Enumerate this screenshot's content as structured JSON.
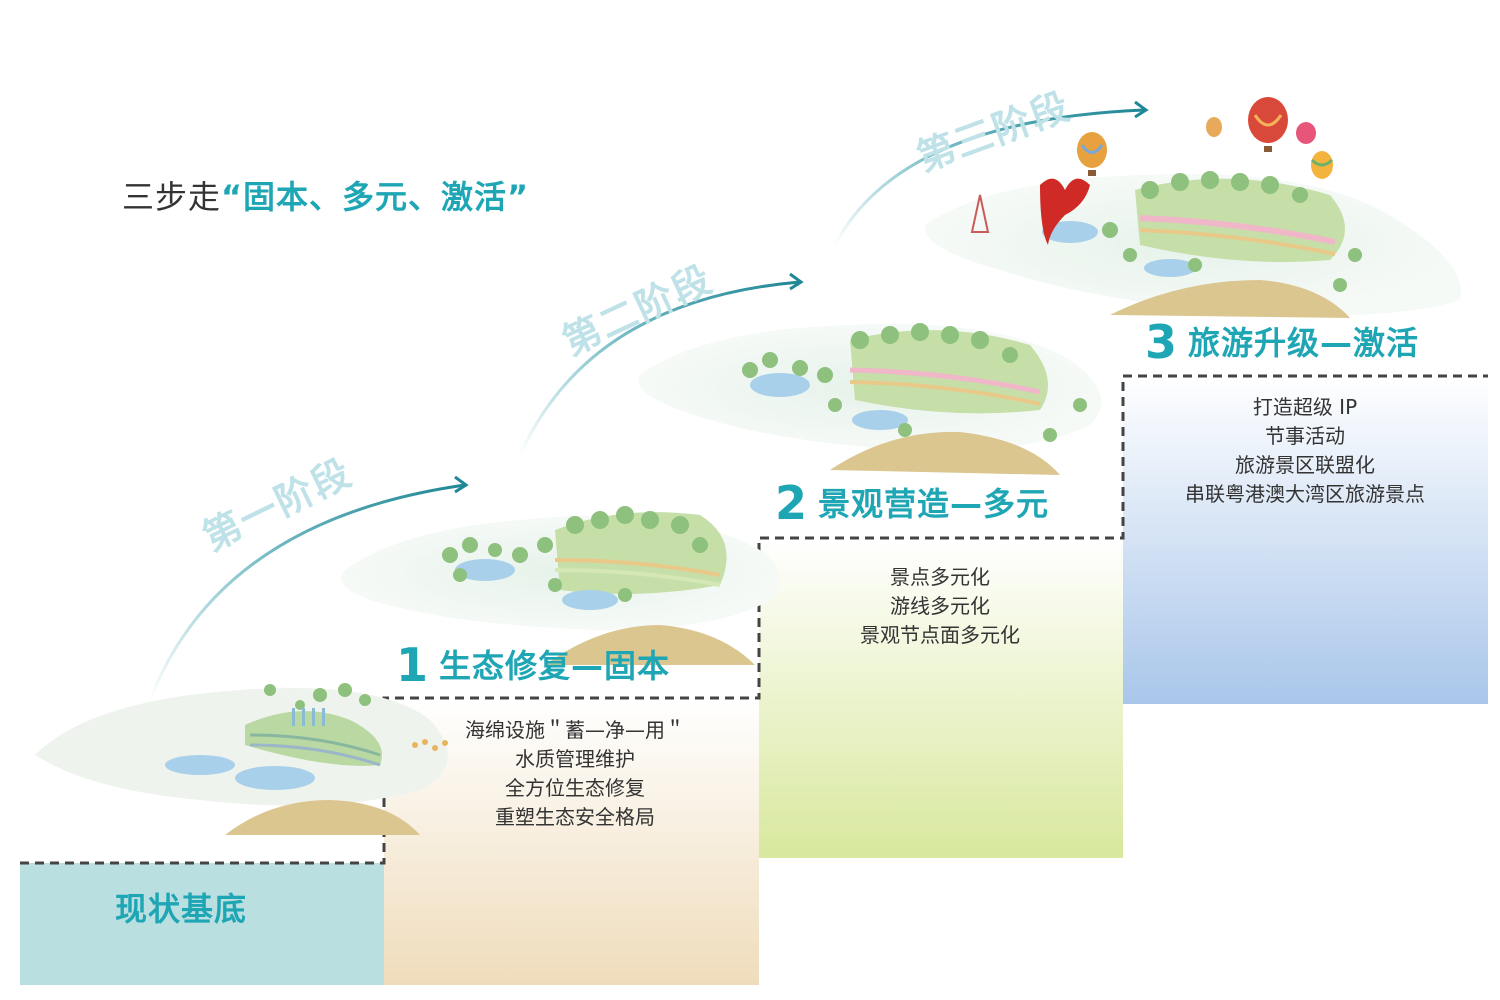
{
  "heading": {
    "prefix": "三步走",
    "highlight": "“固本、多元、激活”"
  },
  "baseline": {
    "label": "现状基底"
  },
  "stages": [
    {
      "label": "第一阶段"
    },
    {
      "label": "第二阶段"
    },
    {
      "label": "第三阶段"
    }
  ],
  "steps": [
    {
      "number": "1",
      "title": "生态修复—固本",
      "items": [
        "海绵设施＂蓄—净—用＂",
        "水质管理维护",
        "全方位生态修复",
        "重塑生态安全格局"
      ]
    },
    {
      "number": "2",
      "title": "景观营造—多元",
      "items": [
        "景点多元化",
        "游线多元化",
        "景观节点面多元化"
      ]
    },
    {
      "number": "3",
      "title": "旅游升级—激活",
      "items": [
        "打造超级 IP",
        "节事活动",
        "旅游景区联盟化",
        "串联粤港澳大湾区旅游景点"
      ]
    }
  ],
  "colors": {
    "accent": "#1fa6b5",
    "stage_label": "#bfe2e8",
    "base_block": "#b9dfe0",
    "step1_block": "#efdcbb",
    "step2_block": "#d8e89d",
    "step3_block": "#a9c6ea"
  }
}
